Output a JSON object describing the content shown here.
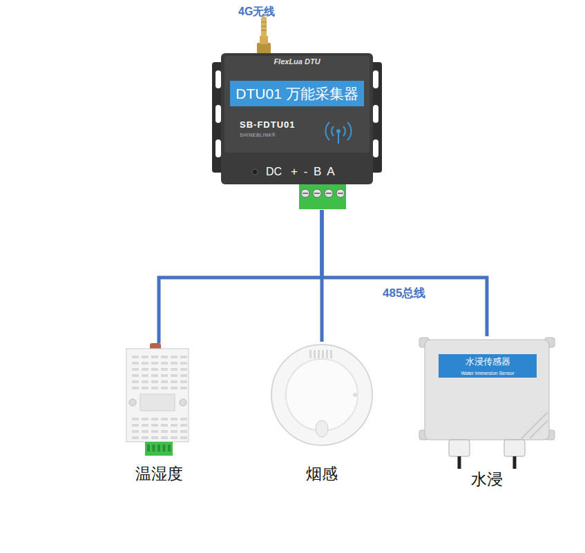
{
  "diagram": {
    "nodes": [
      {
        "text": [
          "FlexLua DTU",
          "DTU01 万能采集器",
          "SB-FDTU01",
          "SHINEBLINK®",
          "DC",
          "+ - B A"
        ]
      },
      {
        "text": [
          "温湿度"
        ]
      },
      {
        "text": [
          "烟感"
        ]
      },
      {
        "text": [
          "水浸传感器",
          "Water Immersion Sensor",
          "水浸"
        ]
      }
    ],
    "edges": [
      {
        "from": 0,
        "to": 1,
        "arrow": "none"
      },
      {
        "from": 0,
        "to": 2,
        "arrow": "none"
      },
      {
        "from": 0,
        "to": 3,
        "arrow": "none",
        "label": "485总线"
      }
    ],
    "labels": [
      "4G无线"
    ]
  }
}
